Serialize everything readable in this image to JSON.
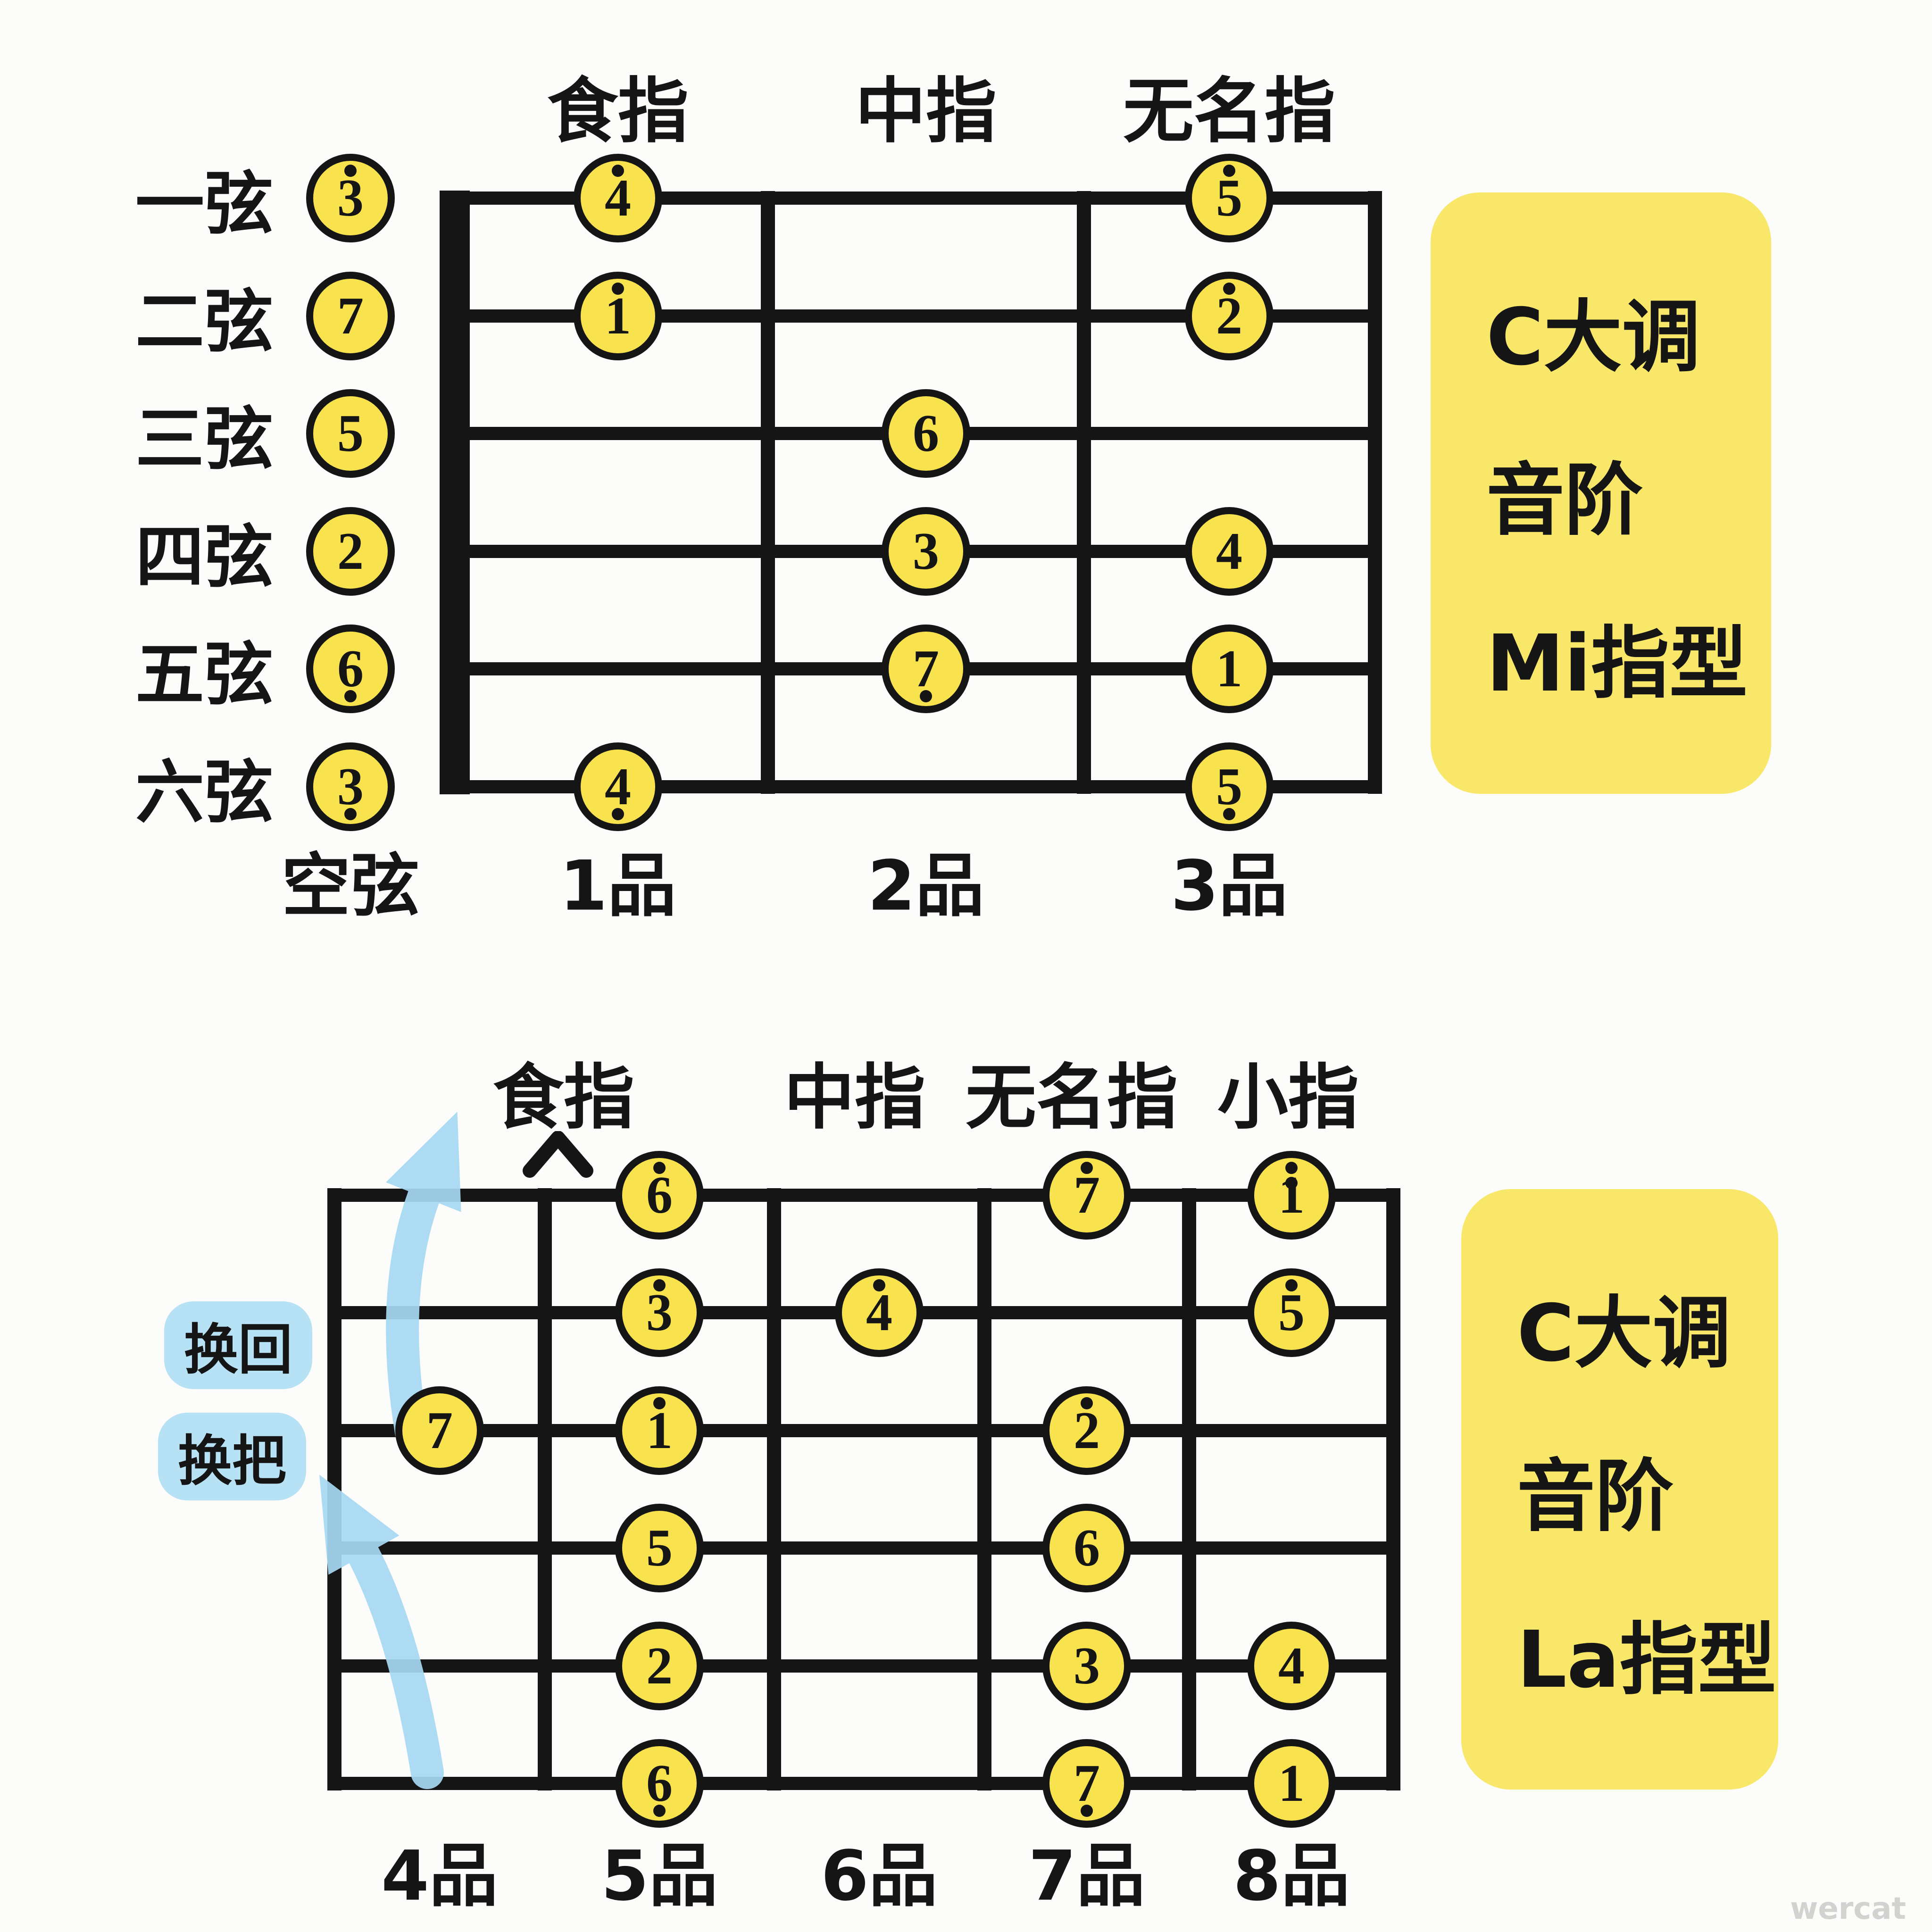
{
  "page": {
    "background": "#fcfcfa",
    "watermark": "wercat"
  },
  "colors": {
    "note_fill": "#f8e24e",
    "note_border": "#151515",
    "line": "#151515",
    "panel_fill": "#f8e768",
    "arrow_blue": "#a7d9f3",
    "badge_blue": "#b7e1f4"
  },
  "top": {
    "finger_labels": [
      "食指",
      "中指",
      "无名指"
    ],
    "string_labels": [
      "一弦",
      "二弦",
      "三弦",
      "四弦",
      "五弦",
      "六弦"
    ],
    "fret_labels": [
      "空弦",
      "1品",
      "2品",
      "3品"
    ],
    "panel_lines": [
      "C大调",
      "音阶",
      "Mi指型"
    ],
    "open_notes": [
      {
        "string": 1,
        "num": "3",
        "dots_above": 1,
        "dots_below": 0
      },
      {
        "string": 2,
        "num": "7",
        "dots_above": 0,
        "dots_below": 0
      },
      {
        "string": 3,
        "num": "5",
        "dots_above": 0,
        "dots_below": 0
      },
      {
        "string": 4,
        "num": "2",
        "dots_above": 0,
        "dots_below": 0
      },
      {
        "string": 5,
        "num": "6",
        "dots_above": 0,
        "dots_below": 1
      },
      {
        "string": 6,
        "num": "3",
        "dots_above": 0,
        "dots_below": 1
      }
    ],
    "notes": [
      {
        "string": 1,
        "fret": 1,
        "num": "4",
        "dots_above": 1,
        "dots_below": 0
      },
      {
        "string": 1,
        "fret": 3,
        "num": "5",
        "dots_above": 1,
        "dots_below": 0
      },
      {
        "string": 2,
        "fret": 1,
        "num": "1",
        "dots_above": 1,
        "dots_below": 0
      },
      {
        "string": 2,
        "fret": 3,
        "num": "2",
        "dots_above": 1,
        "dots_below": 0
      },
      {
        "string": 3,
        "fret": 2,
        "num": "6",
        "dots_above": 0,
        "dots_below": 0
      },
      {
        "string": 4,
        "fret": 2,
        "num": "3",
        "dots_above": 0,
        "dots_below": 0
      },
      {
        "string": 4,
        "fret": 3,
        "num": "4",
        "dots_above": 0,
        "dots_below": 0
      },
      {
        "string": 5,
        "fret": 2,
        "num": "7",
        "dots_above": 0,
        "dots_below": 1
      },
      {
        "string": 5,
        "fret": 3,
        "num": "1",
        "dots_above": 0,
        "dots_below": 0
      },
      {
        "string": 6,
        "fret": 1,
        "num": "4",
        "dots_above": 0,
        "dots_below": 1
      },
      {
        "string": 6,
        "fret": 3,
        "num": "5",
        "dots_above": 0,
        "dots_below": 1
      }
    ]
  },
  "bottom": {
    "finger_labels": [
      "食指",
      "中指",
      "无名指",
      "小指"
    ],
    "fret_labels": [
      "4品",
      "5品",
      "6品",
      "7品",
      "8品"
    ],
    "panel_lines": [
      "C大调",
      "音阶",
      "La指型"
    ],
    "shift_labels": [
      "换回",
      "换把"
    ],
    "notes": [
      {
        "string": 1,
        "fret": 5,
        "num": "6",
        "dots_above": 1,
        "dots_below": 0
      },
      {
        "string": 1,
        "fret": 7,
        "num": "7",
        "dots_above": 1,
        "dots_below": 0
      },
      {
        "string": 1,
        "fret": 8,
        "num": "1",
        "dots_above": 2,
        "dots_below": 0
      },
      {
        "string": 2,
        "fret": 5,
        "num": "3",
        "dots_above": 1,
        "dots_below": 0
      },
      {
        "string": 2,
        "fret": 6,
        "num": "4",
        "dots_above": 1,
        "dots_below": 0
      },
      {
        "string": 2,
        "fret": 8,
        "num": "5",
        "dots_above": 1,
        "dots_below": 0
      },
      {
        "string": 3,
        "fret": 4,
        "num": "7",
        "dots_above": 0,
        "dots_below": 0
      },
      {
        "string": 3,
        "fret": 5,
        "num": "1",
        "dots_above": 1,
        "dots_below": 0
      },
      {
        "string": 3,
        "fret": 7,
        "num": "2",
        "dots_above": 1,
        "dots_below": 0
      },
      {
        "string": 4,
        "fret": 5,
        "num": "5",
        "dots_above": 0,
        "dots_below": 0
      },
      {
        "string": 4,
        "fret": 7,
        "num": "6",
        "dots_above": 0,
        "dots_below": 0
      },
      {
        "string": 5,
        "fret": 5,
        "num": "2",
        "dots_above": 0,
        "dots_below": 0
      },
      {
        "string": 5,
        "fret": 7,
        "num": "3",
        "dots_above": 0,
        "dots_below": 0
      },
      {
        "string": 5,
        "fret": 8,
        "num": "4",
        "dots_above": 0,
        "dots_below": 0
      },
      {
        "string": 6,
        "fret": 5,
        "num": "6",
        "dots_above": 0,
        "dots_below": 1
      },
      {
        "string": 6,
        "fret": 7,
        "num": "7",
        "dots_above": 0,
        "dots_below": 1
      },
      {
        "string": 6,
        "fret": 8,
        "num": "1",
        "dots_above": 0,
        "dots_below": 0
      }
    ]
  }
}
